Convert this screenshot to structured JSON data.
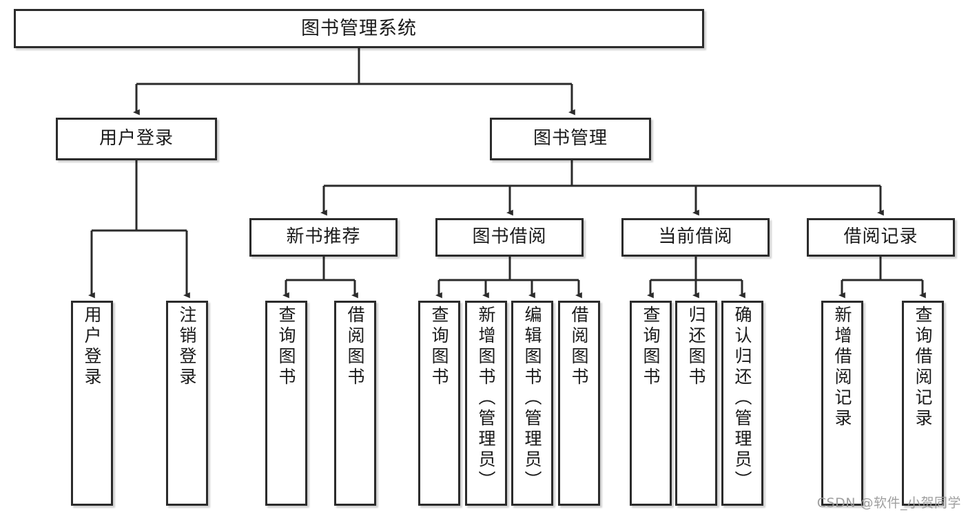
{
  "diagram": {
    "title": "图书管理系统",
    "type": "tree",
    "watermark": "CSDN @软件_小贺同学",
    "colors": {
      "box_border": "#2b2b2b",
      "box_fill": "#ffffff",
      "edge": "#2b2b2b",
      "background": "#ffffff",
      "watermark": "#9a9a9a"
    },
    "nodes": {
      "root": {
        "label": "图书管理系统"
      },
      "level2": [
        {
          "id": "user-login",
          "label": "用户登录"
        },
        {
          "id": "book-manage",
          "label": "图书管理"
        }
      ],
      "level3": [
        {
          "id": "new-book-rec",
          "label": "新书推荐"
        },
        {
          "id": "book-borrow",
          "label": "图书借阅"
        },
        {
          "id": "current-borrow",
          "label": "当前借阅"
        },
        {
          "id": "borrow-record",
          "label": "借阅记录"
        }
      ],
      "leaves": {
        "user-login": [
          {
            "id": "leaf-user-login",
            "label": "用户登录"
          },
          {
            "id": "leaf-user-logout",
            "label": "注销登录"
          }
        ],
        "new-book-rec": [
          {
            "id": "leaf-query-book-1",
            "label": "查询图书"
          },
          {
            "id": "leaf-borrow-book-1",
            "label": "借阅图书"
          }
        ],
        "book-borrow": [
          {
            "id": "leaf-query-book-2",
            "label": "查询图书"
          },
          {
            "id": "leaf-add-book",
            "label": "新增图书（管理员）"
          },
          {
            "id": "leaf-edit-book",
            "label": "编辑图书（管理员）"
          },
          {
            "id": "leaf-borrow-book-2",
            "label": "借阅图书"
          }
        ],
        "current-borrow": [
          {
            "id": "leaf-query-book-3",
            "label": "查询图书"
          },
          {
            "id": "leaf-return-book",
            "label": "归还图书"
          },
          {
            "id": "leaf-confirm-return",
            "label": "确认归还（管理员）"
          }
        ],
        "borrow-record": [
          {
            "id": "leaf-add-record",
            "label": "新增借阅记录"
          },
          {
            "id": "leaf-query-record",
            "label": "查询借阅记录"
          }
        ]
      }
    }
  }
}
